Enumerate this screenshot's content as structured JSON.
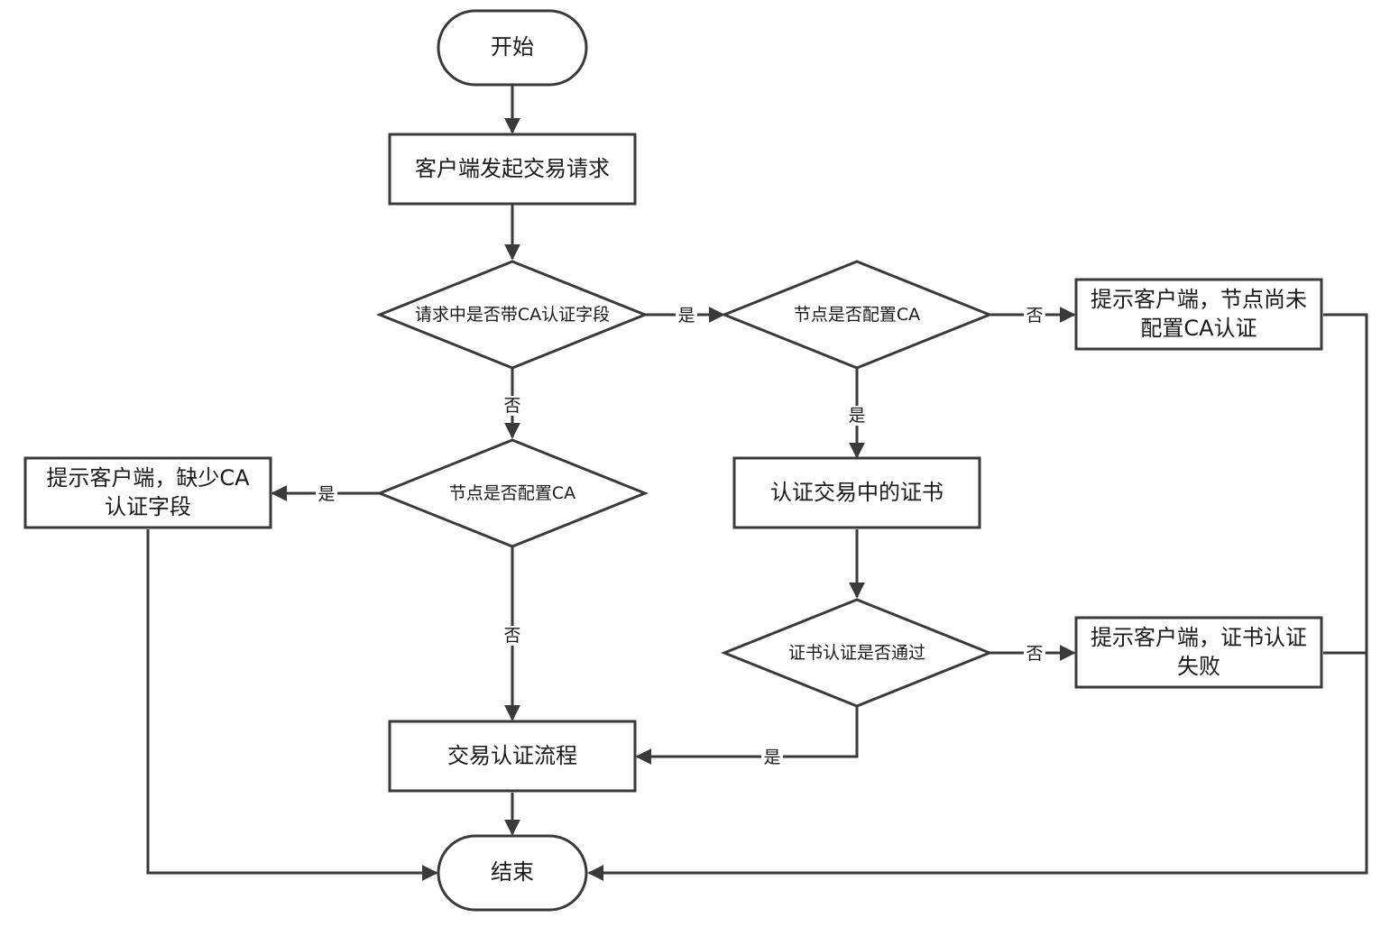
{
  "nodes": {
    "start": "开始",
    "request": "客户端发起交易请求",
    "check_ca_field": "请求中是否带CA认证字段",
    "node_ca_right": "节点是否配置CA",
    "hint_not_configured": "提示客户端，节点尚未配置CA认证",
    "node_ca_left": "节点是否配置CA",
    "hint_missing_field": "提示客户端，缺少CA认证字段",
    "verify_cert": "认证交易中的证书",
    "cert_passed": "证书认证是否通过",
    "hint_cert_failed": "提示客户端，证书认证失败",
    "tx_flow": "交易认证流程",
    "end": "结束"
  },
  "edges": {
    "yes_field_to_right": "是",
    "no_right_to_hint": "否",
    "no_field_to_left": "否",
    "yes_right_to_verify": "是",
    "yes_left_to_hint": "是",
    "no_left_to_flow": "否",
    "no_cert_to_hint": "否",
    "yes_cert_to_flow": "是"
  },
  "colors": {
    "stroke": "#3a3a3a",
    "text": "#1a1a1a",
    "background": "#ffffff"
  }
}
